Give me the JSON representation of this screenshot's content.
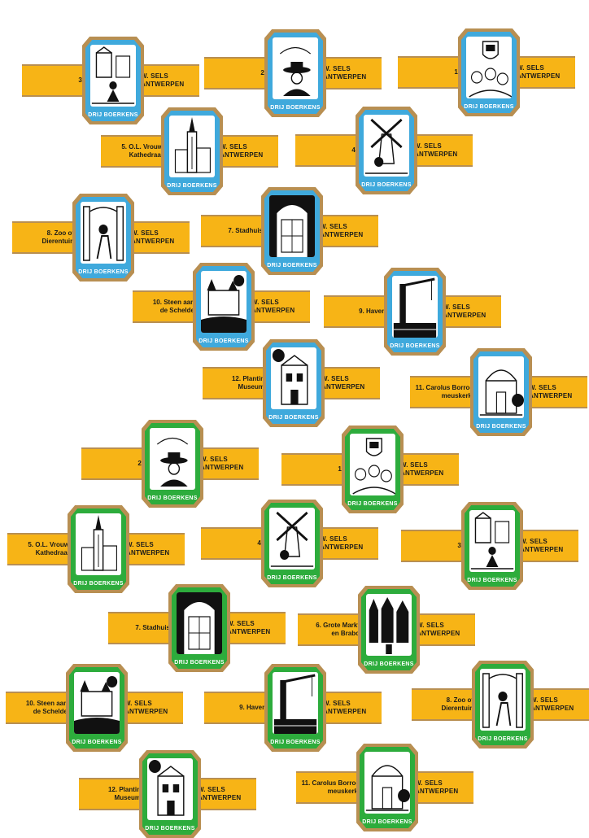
{
  "brand": "DRIJ BOERKENS",
  "maker": "W. SELS\nANTWERPEN",
  "colors": {
    "band": "#f7b416",
    "blue": "#3fa9dc",
    "green": "#2dac3c",
    "gold_edge": "#b88f52"
  },
  "bands": [
    {
      "label": "3.",
      "frame": "blue",
      "scene": "street-scene"
    },
    {
      "label": "2.",
      "frame": "blue",
      "scene": "man-with-hat"
    },
    {
      "label": "1.",
      "frame": "blue",
      "scene": "coat-of-arms-crowd"
    },
    {
      "label": "5. O.L. Vrouw\nKathedraal",
      "frame": "blue",
      "scene": "cathedral"
    },
    {
      "label": "4.",
      "frame": "blue",
      "scene": "windmill"
    },
    {
      "label": "8. Zoo of\nDierentuin",
      "frame": "blue",
      "scene": "zoo-gate"
    },
    {
      "label": "7. Stadhuis",
      "frame": "blue",
      "scene": "town-hall"
    },
    {
      "label": "10. Steen aan\nde Schelde",
      "frame": "blue",
      "scene": "castle"
    },
    {
      "label": "9. Haven",
      "frame": "blue",
      "scene": "harbour-crane"
    },
    {
      "label": "12. Plantin\nMuseum",
      "frame": "blue",
      "scene": "museum"
    },
    {
      "label": "11. Carolus Borro-\nmeuskerk",
      "frame": "blue",
      "scene": "church"
    },
    {
      "label": "2.",
      "frame": "green",
      "scene": "man-with-hat"
    },
    {
      "label": "1.",
      "frame": "green",
      "scene": "coat-of-arms-crowd"
    },
    {
      "label": "5. O.L. Vrouw\nKathedraal",
      "frame": "green",
      "scene": "cathedral"
    },
    {
      "label": "4.",
      "frame": "green",
      "scene": "windmill"
    },
    {
      "label": "3.",
      "frame": "green",
      "scene": "street-scene"
    },
    {
      "label": "7. Stadhuis",
      "frame": "green",
      "scene": "town-hall"
    },
    {
      "label": "6. Grote Markt\nen Brabo",
      "frame": "green",
      "scene": "grote-markt"
    },
    {
      "label": "10. Steen aan\nde Schelde",
      "frame": "green",
      "scene": "castle"
    },
    {
      "label": "9. Haven",
      "frame": "green",
      "scene": "harbour-crane"
    },
    {
      "label": "8. Zoo of\nDierentuin",
      "frame": "green",
      "scene": "zoo-gate"
    },
    {
      "label": "12. Plantin\nMuseum",
      "frame": "green",
      "scene": "museum"
    },
    {
      "label": "11. Carolus Borro-\nmeuskerk",
      "frame": "green",
      "scene": "church"
    }
  ]
}
